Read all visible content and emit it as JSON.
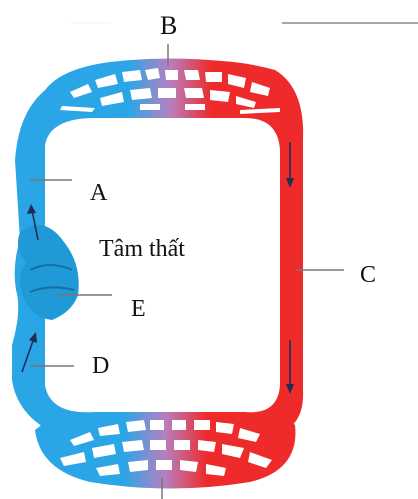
{
  "labels": {
    "B": "B",
    "A": "A",
    "C": "C",
    "E": "E",
    "D": "D",
    "ventricle": "Tâm thất"
  },
  "colors": {
    "venous_blue": "#2aa6e6",
    "arterial_red": "#ee2a2a",
    "capillary_white": "#ffffff",
    "pointer_gray": "#777777",
    "arrow_dark": "#1f2d55"
  }
}
